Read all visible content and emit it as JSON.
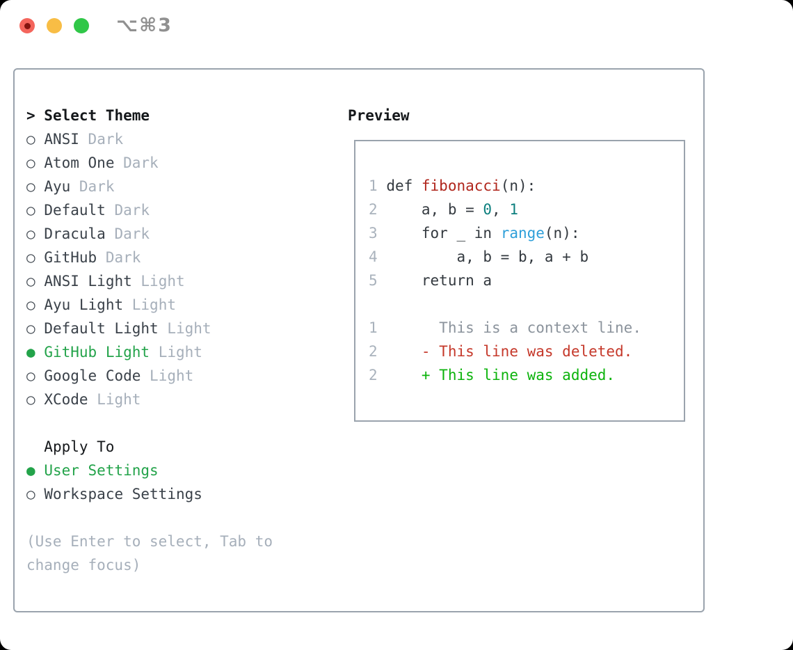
{
  "window": {
    "title": "⌥⌘3",
    "traffic_lights": [
      "close",
      "minimize",
      "zoom"
    ]
  },
  "theme_picker": {
    "prompt": ">",
    "header": "Select Theme",
    "markers": {
      "selected": "●",
      "unselected": "○"
    },
    "themes": [
      {
        "name": "ANSI",
        "variant": "Dark",
        "selected": false
      },
      {
        "name": "Atom One",
        "variant": "Dark",
        "selected": false
      },
      {
        "name": "Ayu",
        "variant": "Dark",
        "selected": false
      },
      {
        "name": "Default",
        "variant": "Dark",
        "selected": false
      },
      {
        "name": "Dracula",
        "variant": "Dark",
        "selected": false
      },
      {
        "name": "GitHub",
        "variant": "Dark",
        "selected": false
      },
      {
        "name": "ANSI Light",
        "variant": "Light",
        "selected": false
      },
      {
        "name": "Ayu Light",
        "variant": "Light",
        "selected": false
      },
      {
        "name": "Default Light",
        "variant": "Light",
        "selected": false
      },
      {
        "name": "GitHub Light",
        "variant": "Light",
        "selected": true
      },
      {
        "name": "Google Code",
        "variant": "Light",
        "selected": false
      },
      {
        "name": "XCode",
        "variant": "Light",
        "selected": false
      }
    ],
    "apply_to": {
      "header": "Apply To",
      "options": [
        {
          "label": "User Settings",
          "selected": true
        },
        {
          "label": "Workspace Settings",
          "selected": false
        }
      ]
    },
    "help_lines": [
      "(Use Enter to select, Tab to",
      "change focus)"
    ]
  },
  "preview": {
    "header": "Preview",
    "lines": [
      {
        "num": "1",
        "tokens": [
          {
            "t": "def ",
            "c": "code"
          },
          {
            "t": "fibonacci",
            "c": "func"
          },
          {
            "t": "(n):",
            "c": "code"
          }
        ]
      },
      {
        "num": "2",
        "tokens": [
          {
            "t": "    a, b = ",
            "c": "code"
          },
          {
            "t": "0",
            "c": "num"
          },
          {
            "t": ", ",
            "c": "code"
          },
          {
            "t": "1",
            "c": "num"
          }
        ]
      },
      {
        "num": "3",
        "tokens": [
          {
            "t": "    for _ in ",
            "c": "code"
          },
          {
            "t": "range",
            "c": "builtin"
          },
          {
            "t": "(n):",
            "c": "code"
          }
        ]
      },
      {
        "num": "4",
        "tokens": [
          {
            "t": "        a, b = b, a + b",
            "c": "code"
          }
        ]
      },
      {
        "num": "5",
        "tokens": [
          {
            "t": "    return a",
            "c": "code"
          }
        ]
      },
      {
        "blank": true
      },
      {
        "num": "1",
        "tokens": [
          {
            "t": "      This is a context line.",
            "c": "context"
          }
        ]
      },
      {
        "num": "2",
        "tokens": [
          {
            "t": "    - This line was deleted.",
            "c": "deleted"
          }
        ]
      },
      {
        "num": "2",
        "tokens": [
          {
            "t": "    + This line was added.",
            "c": "added"
          }
        ]
      }
    ]
  },
  "colors": {
    "selection_green": "#23a34a",
    "added_green": "#0cb30c",
    "deleted_red": "#c5382a",
    "function_red": "#b0261c",
    "number_teal": "#0c7f7e",
    "builtin_blue": "#2e9fd9",
    "muted_gray": "#a6afba",
    "panel_border": "#9aa3ad",
    "traffic_red": "#f4655c",
    "traffic_yellow": "#f8bd45",
    "traffic_green": "#30c748"
  }
}
